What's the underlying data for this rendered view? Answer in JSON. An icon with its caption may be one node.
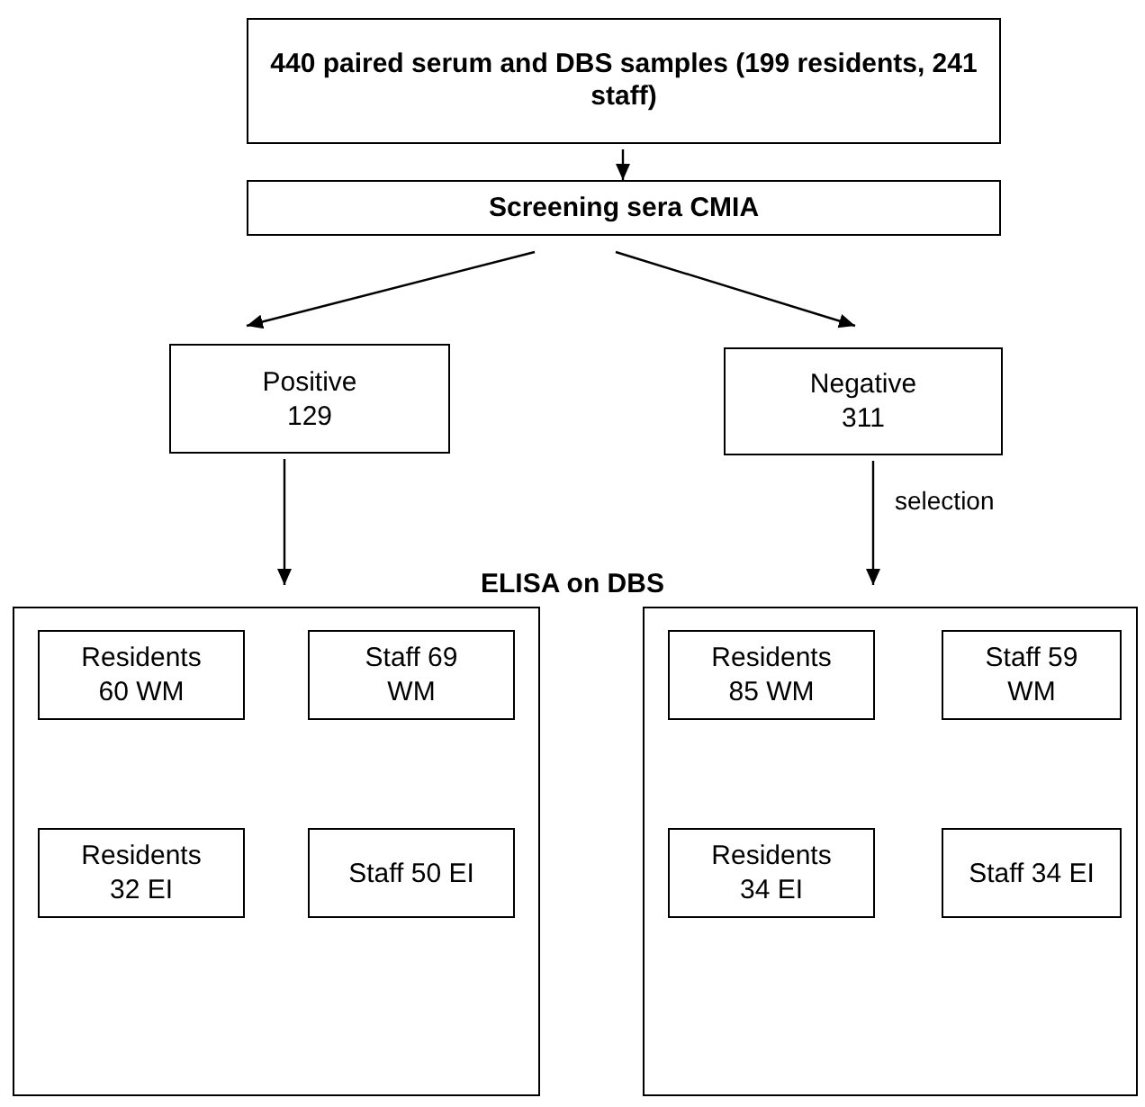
{
  "diagram": {
    "nodes": [
      {
        "text": [
          "440 paired serum and DBS samples (199 residents, 241 staff)"
        ]
      },
      {
        "text": [
          "Screening sera CMIA"
        ]
      },
      {
        "text": [
          "Positive 129"
        ]
      },
      {
        "text": [
          "Negative 311"
        ]
      },
      {
        "text": [],
        "shape": "box"
      },
      {
        "text": [],
        "shape": "box"
      },
      {
        "text": [
          "Residents 60 WM"
        ],
        "in": 4
      },
      {
        "text": [
          "Staff 69 WM"
        ],
        "in": 4
      },
      {
        "text": [
          "Residents 32 EI"
        ],
        "in": 4
      },
      {
        "text": [
          "Staff 50 EI"
        ],
        "in": 4
      },
      {
        "text": [
          "Residents 85 WM"
        ],
        "in": 5
      },
      {
        "text": [
          "Staff 59 WM"
        ],
        "in": 5
      },
      {
        "text": [
          "Residents 34 EI"
        ],
        "in": 5
      },
      {
        "text": [
          "Staff 34 EI"
        ],
        "in": 5
      }
    ],
    "edges": [
      {
        "from": 0,
        "to": 1,
        "arrow": "to"
      },
      {
        "from": 1,
        "to": 2,
        "arrow": "to"
      },
      {
        "from": 1,
        "to": 3,
        "arrow": "to"
      },
      {
        "from": 2,
        "to": 4,
        "arrow": "to"
      },
      {
        "from": 3,
        "to": 5,
        "arrow": "to",
        "label": "selection"
      }
    ],
    "labels": [
      "ELISA on DBS"
    ]
  }
}
